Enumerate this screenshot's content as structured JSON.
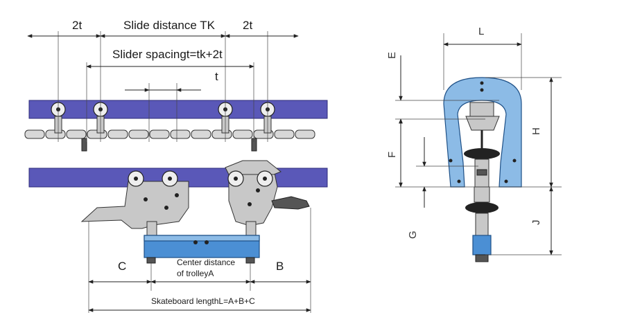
{
  "labels": {
    "two_t_left": "2t",
    "slide_distance": "Slide distance TK",
    "two_t_right": "2t",
    "slider_spacing": "Slider spacingt=tk+2t",
    "t": "t",
    "C": "C",
    "center_distance_line1": "Center distance",
    "center_distance_line2": "of trolleyA",
    "B": "B",
    "skateboard_length": "Skateboard lengthL=A+B+C",
    "L": "L",
    "E": "E",
    "H": "H",
    "F": "F",
    "G": "G",
    "J": "J"
  },
  "colors": {
    "rail": "#5a58b8",
    "carrier_blue": "#4b8fd4",
    "bracket_blue": "#8cbbe6"
  }
}
